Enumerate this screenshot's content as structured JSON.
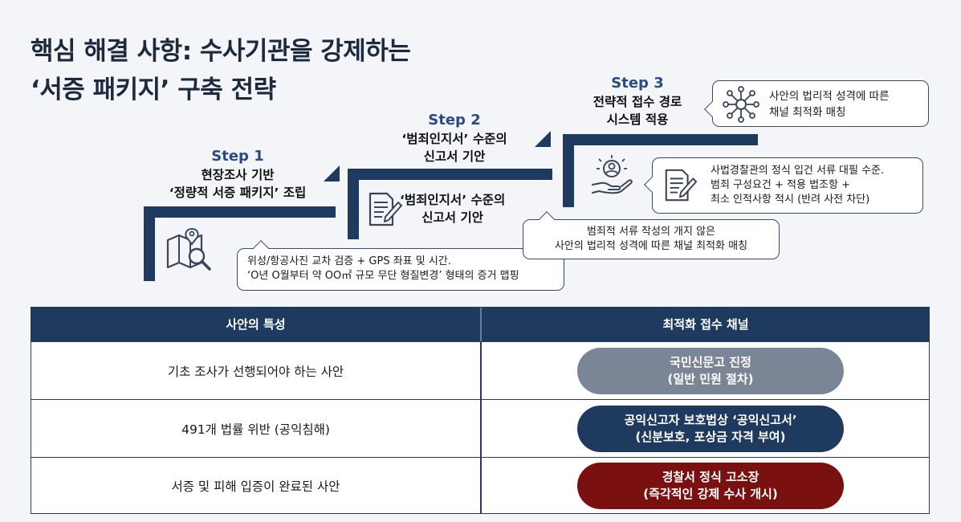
{
  "title": {
    "line1": "핵심 해결 사항: 수사기관을 강제하는",
    "line2": "‘서증 패키지’ 구축 전략"
  },
  "steps": [
    {
      "num": "Step 1",
      "line1": "현장조사 기반",
      "line2": "‘정량적 서증 패키지’ 조립"
    },
    {
      "num": "Step 2",
      "line1": "‘범죄인지서’ 수준의",
      "line2": "신고서 기안"
    },
    {
      "num": "Step 3",
      "line1": "전략적 접수 경로",
      "line2": "시스템 적용"
    }
  ],
  "mid_title": {
    "line1": "‘범죄인지서’ 수준의",
    "line2": "신고서 기안"
  },
  "bubbles": {
    "b1": {
      "line1": "위성/항공사진 교차 검증 + GPS 좌표 및 시간.",
      "line2": "‘O년 O월부터 약 OO㎡ 규모 무단 형질변경’ 형태의 증거 맵핑"
    },
    "b2": {
      "line1": "범죄적 서류 작성의 개지 않은",
      "line2": "사안의 법리적 성격에 따른 채널 최적화 매칭"
    },
    "b3": {
      "line1": "사법경찰관의 정식 입건 서류 대필 수준.",
      "line2": "범죄 구성요건 + 적용 법조항 +",
      "line3": "최소 인적사항 적시 (반려 사전 차단)"
    },
    "b4": {
      "line1": "사안의 법리적 성격에 따른",
      "line2": "채널 최적화 매칭"
    }
  },
  "icons": [
    "map-search-icon",
    "document-pen-icon",
    "person-hand-icon",
    "network-icon"
  ],
  "table": {
    "headers": [
      "사안의 특성",
      "최적화 접수 채널"
    ],
    "rows": [
      {
        "left": "기초 조사가 선행되어야 하는 사안",
        "pill_line1": "국민신문고 진정",
        "pill_line2": "(일반 민원 절차)",
        "pill_color": "#7a8595"
      },
      {
        "left": "491개 법률 위반 (공익침해)",
        "pill_line1": "공익신고자 보호법상 ‘공익신고서’",
        "pill_line2": "(신분보호, 포상금 자격 부여)",
        "pill_color": "#1f3a5f"
      },
      {
        "left": "서증 및 피해 입증이 완료된 사안",
        "pill_line1": "경찰서 정식 고소장",
        "pill_line2": "(즉각적인 강제 수사 개시)",
        "pill_color": "#7a1010"
      }
    ]
  },
  "colors": {
    "navy": "#1f3a5f",
    "accent": "#2a4b82"
  }
}
